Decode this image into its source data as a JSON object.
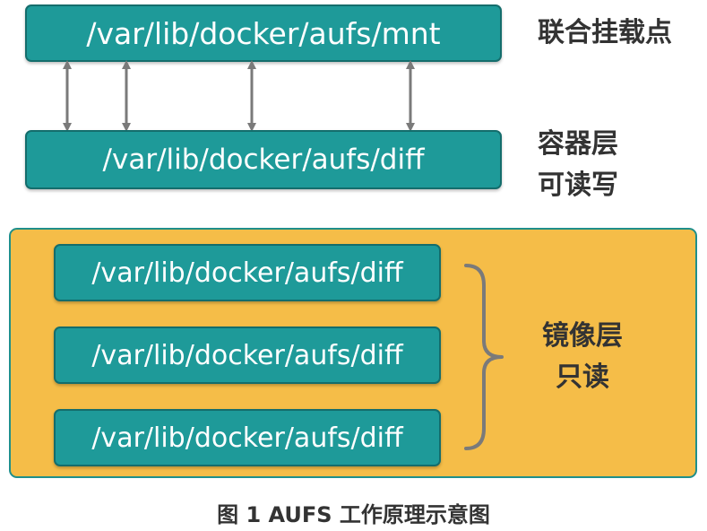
{
  "mount": {
    "path": "/var/lib/docker/aufs/mnt",
    "label": "联合挂载点"
  },
  "container_layer": {
    "path": "/var/lib/docker/aufs/diff",
    "label_line1": "容器层",
    "label_line2": "可读写"
  },
  "image_layers": {
    "paths": [
      "/var/lib/docker/aufs/diff",
      "/var/lib/docker/aufs/diff",
      "/var/lib/docker/aufs/diff"
    ],
    "label_line1": "镜像层",
    "label_line2": "只读"
  },
  "caption": "图 1 AUFS 工作原理示意图",
  "colors": {
    "box_fill": "#1e9a99",
    "box_border": "#146d6c",
    "panel_fill": "#f5bd48",
    "panel_border": "#1f8f8b",
    "arrow": "#7a7a7a",
    "brace": "#7a7a7a"
  },
  "icons": {
    "arrows": "double-headed-vertical-arrow",
    "brace": "right-curly-brace"
  }
}
